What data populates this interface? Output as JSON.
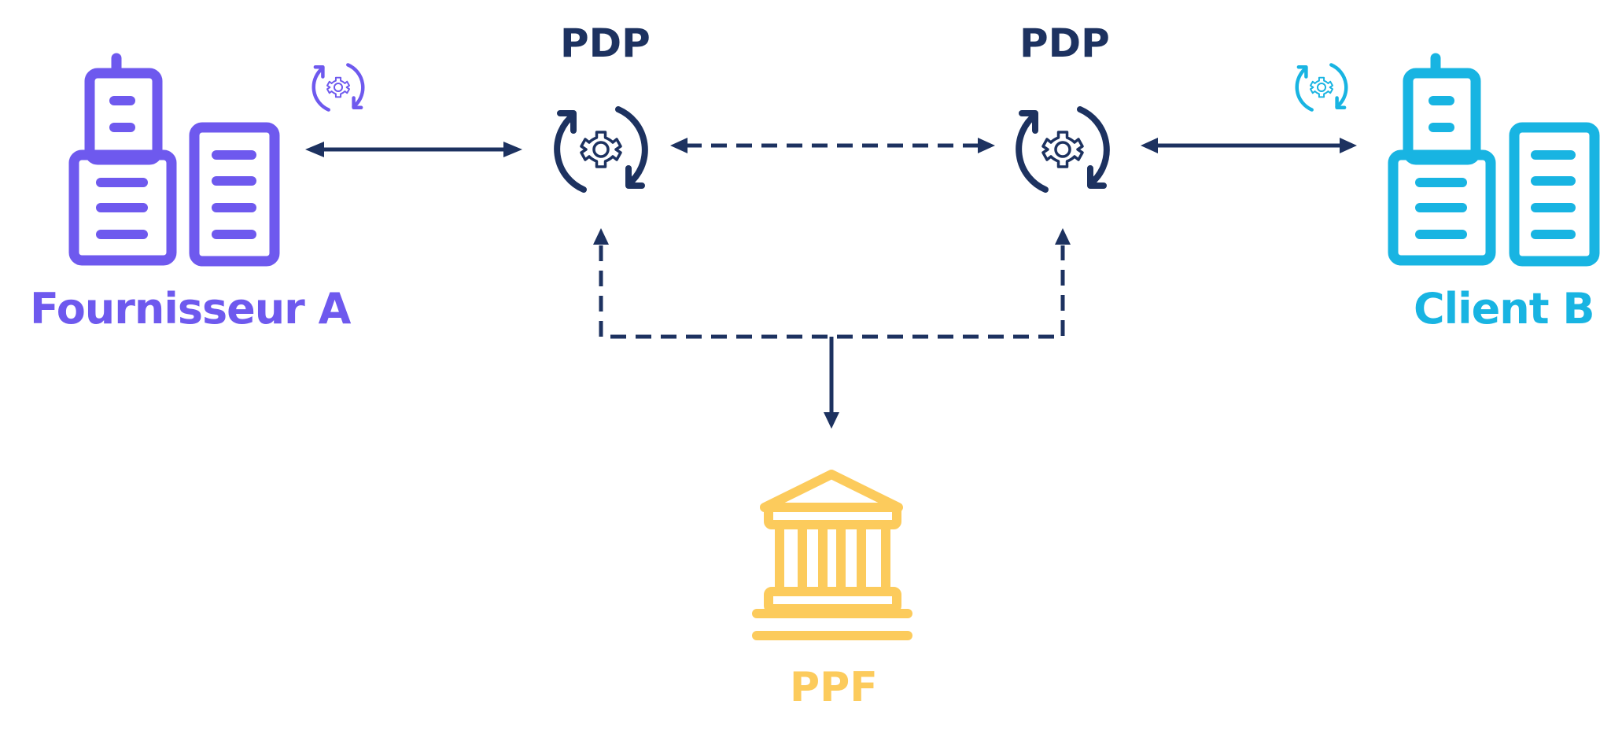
{
  "colors": {
    "supplier": "#6e59ee",
    "client": "#18b4e2",
    "pdp": "#1d3260",
    "ppf": "#fccb5c"
  },
  "icons": {
    "supplier": "buildings-icon",
    "supplier_sync": "sync-gear-icon",
    "client": "buildings-icon",
    "client_sync": "sync-gear-icon",
    "pdp": "sync-gear-icon",
    "ppf": "government-building-icon"
  },
  "labels": {
    "supplier": "Fournisseur A",
    "client": "Client B",
    "pdp_left": "PDP",
    "pdp_right": "PDP",
    "ppf": "PPF"
  },
  "connections": [
    {
      "from": "supplier",
      "to": "pdp_left",
      "style": "solid",
      "direction": "both"
    },
    {
      "from": "pdp_left",
      "to": "pdp_right",
      "style": "dashed",
      "direction": "both"
    },
    {
      "from": "pdp_right",
      "to": "client",
      "style": "solid",
      "direction": "both"
    },
    {
      "from": "ppf",
      "to": "pdp_left",
      "style": "dashed",
      "direction": "to"
    },
    {
      "from": "ppf",
      "to": "pdp_right",
      "style": "dashed",
      "direction": "to"
    },
    {
      "from": "pdp_left",
      "to": "ppf",
      "style": "solid",
      "direction": "to"
    }
  ]
}
